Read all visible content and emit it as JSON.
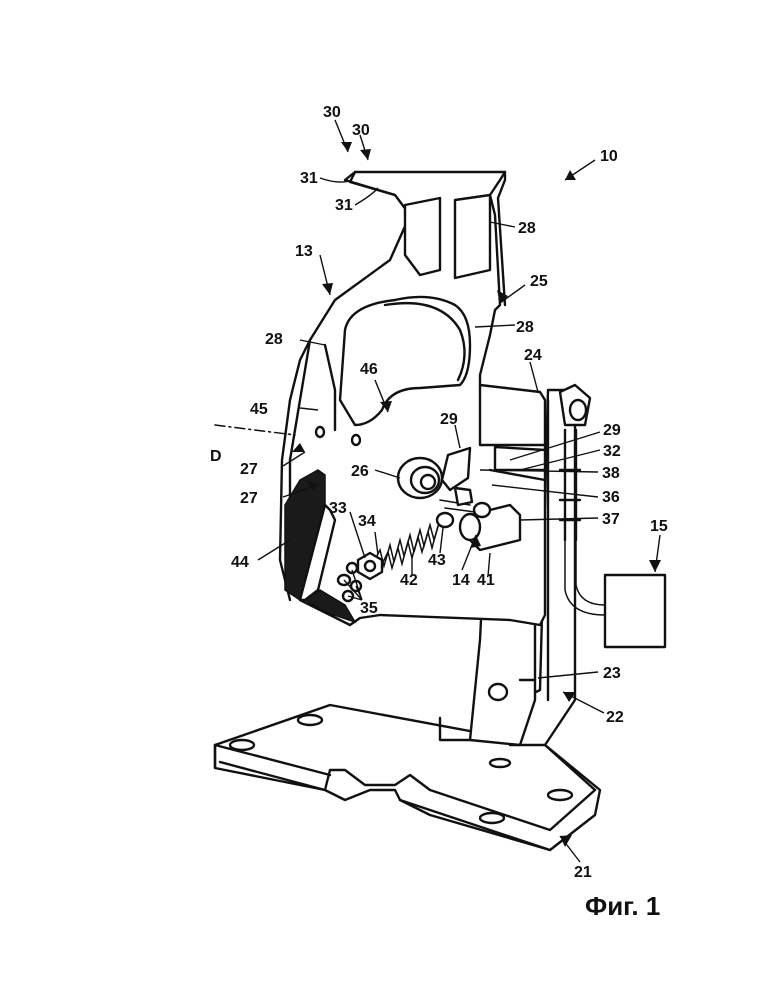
{
  "figure": {
    "caption": "Фиг. 1",
    "labels": {
      "l10": "10",
      "l30a": "30",
      "l30b": "30",
      "l31a": "31",
      "l31b": "31",
      "l28a": "28",
      "l28b": "28",
      "l28c": "28",
      "l13": "13",
      "l25": "25",
      "l24": "24",
      "l46": "46",
      "l45": "45",
      "lD": "D",
      "l29a": "29",
      "l29b": "29",
      "l32": "32",
      "l26": "26",
      "l38": "38",
      "l27a": "27",
      "l27b": "27",
      "l36": "36",
      "l37": "37",
      "l33": "33",
      "l34": "34",
      "l15": "15",
      "l44": "44",
      "l43": "43",
      "l42": "42",
      "l14": "14",
      "l41": "41",
      "l35": "35",
      "l23": "23",
      "l22": "22",
      "l21": "21"
    }
  }
}
